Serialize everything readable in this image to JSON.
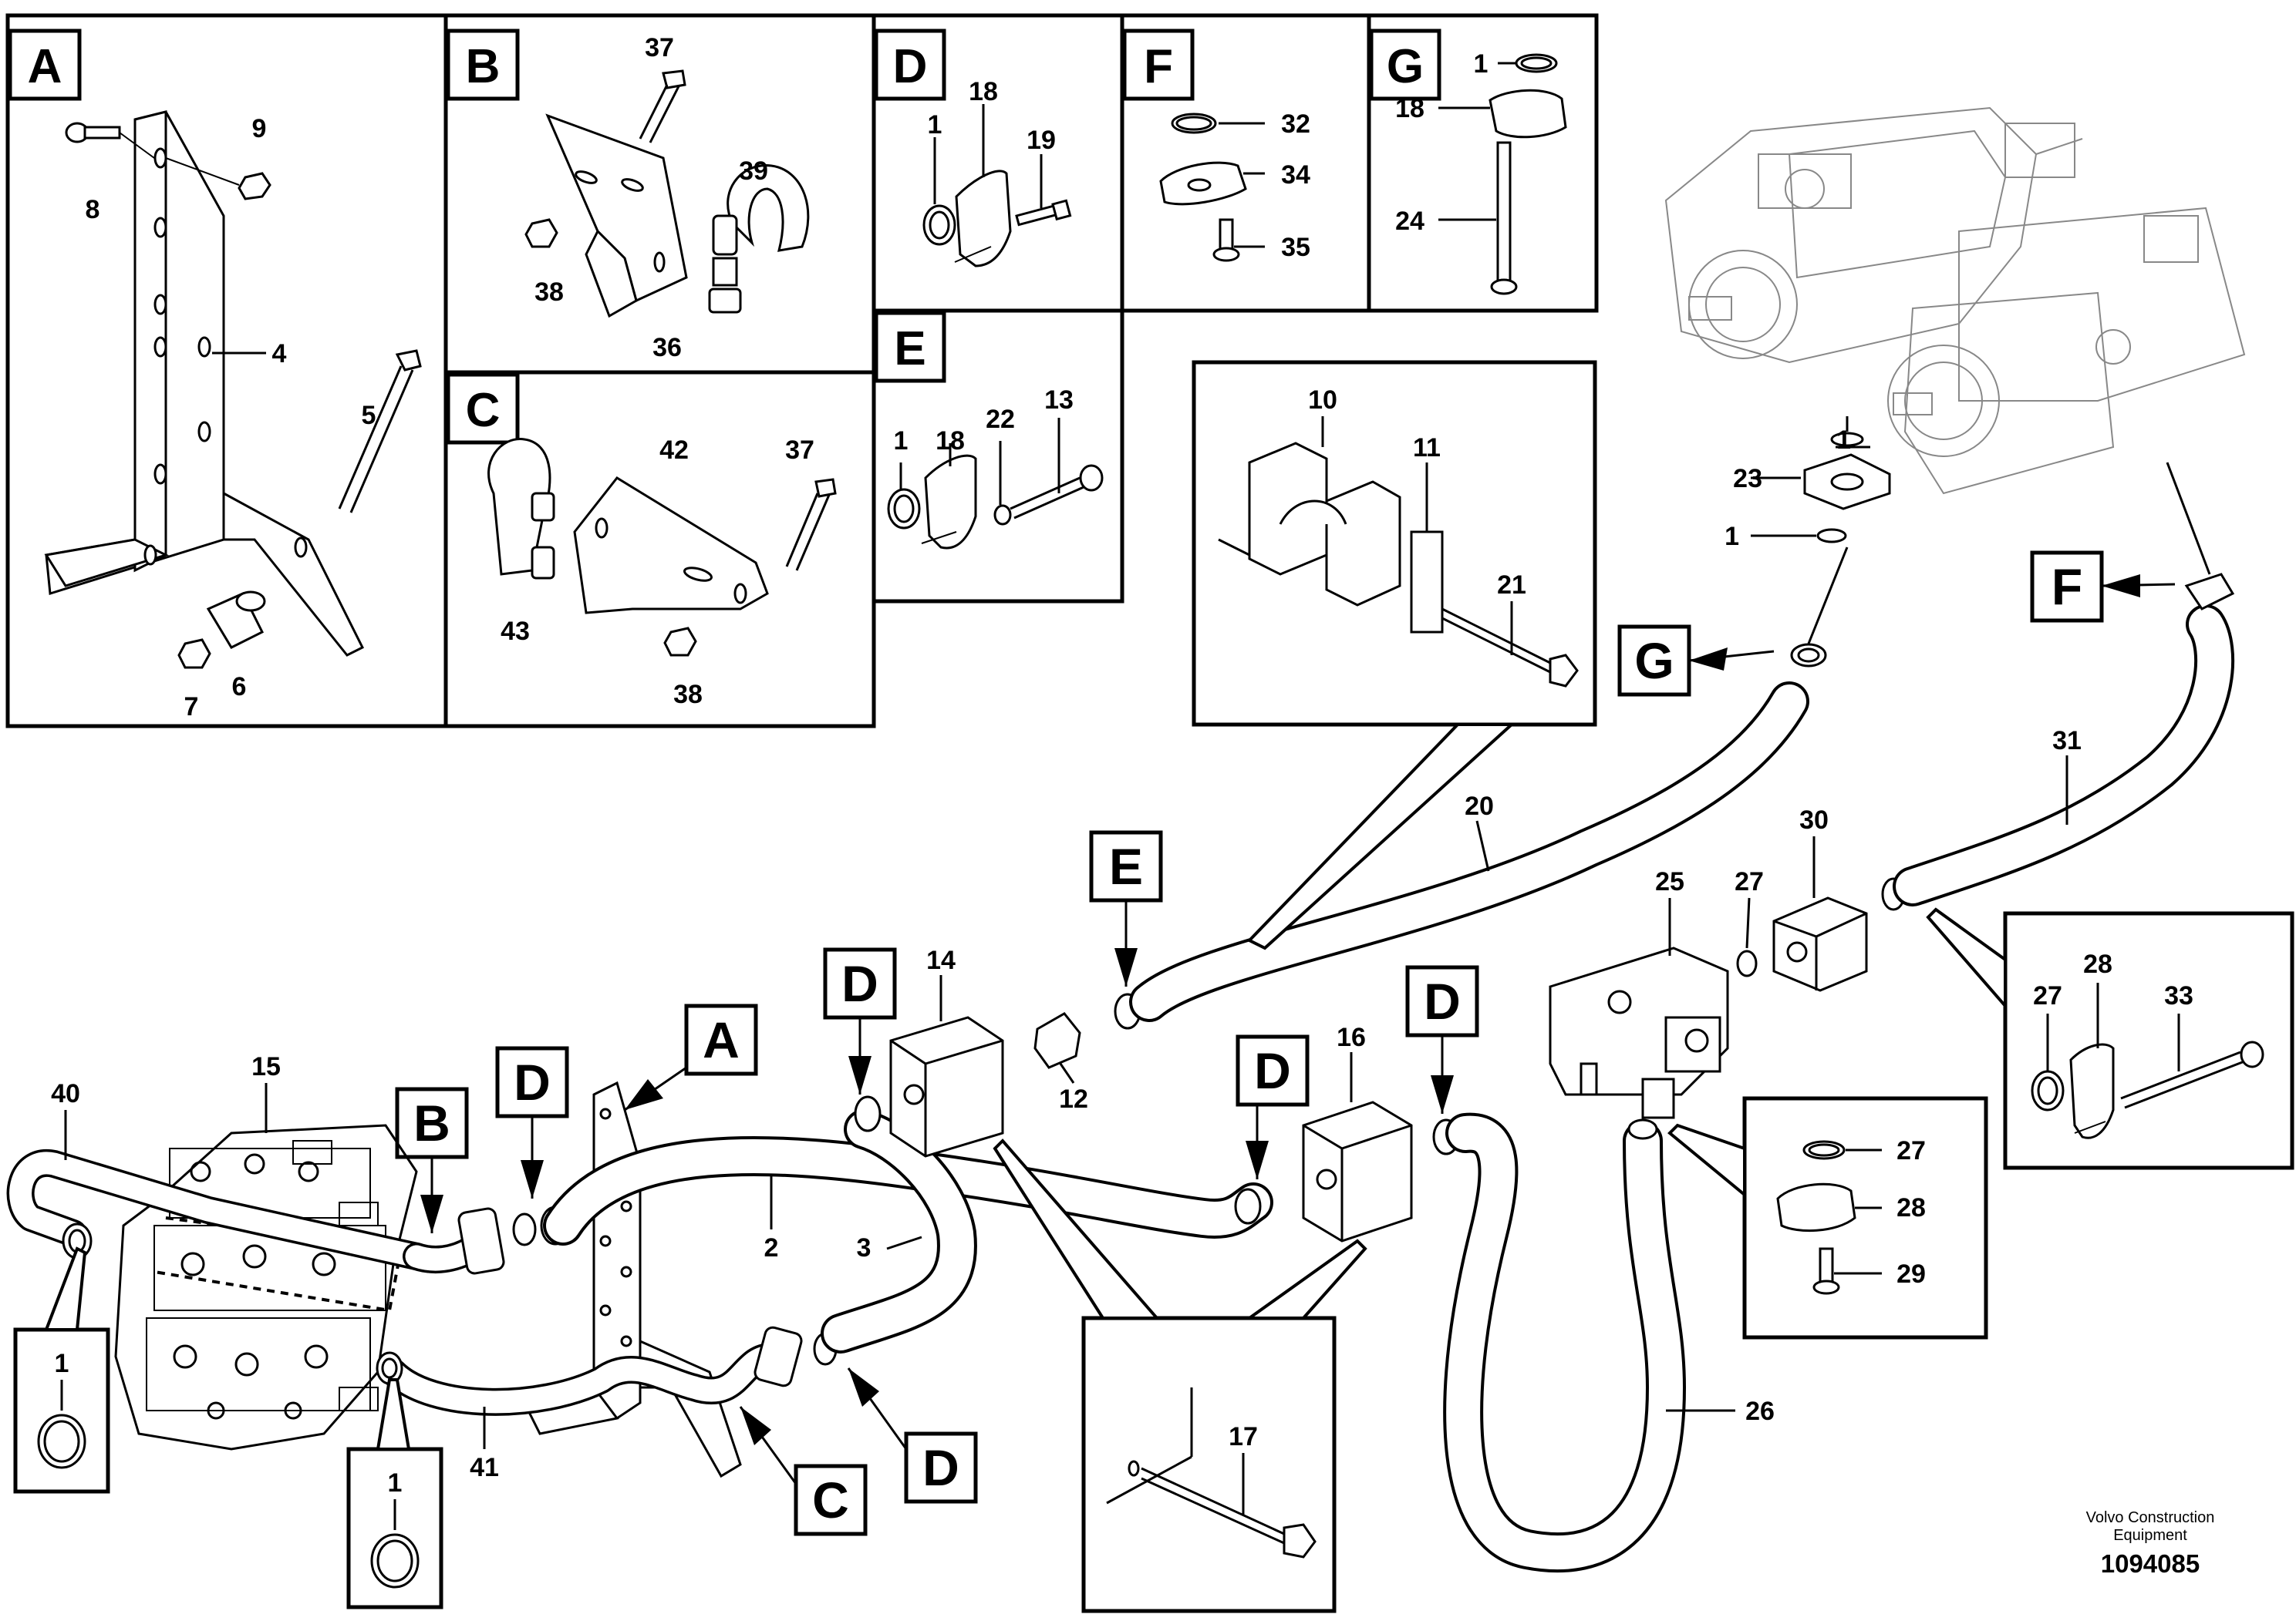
{
  "panels": [
    {
      "letter": "A",
      "parts": [
        "8",
        "9",
        "4",
        "5",
        "6",
        "7"
      ]
    },
    {
      "letter": "B",
      "parts": [
        "37",
        "39",
        "38",
        "36"
      ]
    },
    {
      "letter": "C",
      "parts": [
        "42",
        "37",
        "43",
        "38"
      ]
    },
    {
      "letter": "D",
      "parts": [
        "18",
        "1",
        "19"
      ]
    },
    {
      "letter": "E",
      "parts": [
        "1",
        "18",
        "22",
        "13"
      ]
    },
    {
      "letter": "F",
      "parts": [
        "32",
        "34",
        "35"
      ]
    },
    {
      "letter": "G",
      "parts": [
        "1",
        "18",
        "24"
      ]
    }
  ],
  "detail_clamp_parts": [
    "10",
    "11",
    "21"
  ],
  "detail_bolt_parts": [
    "17"
  ],
  "detail_28_group_1": [
    "27",
    "28",
    "33"
  ],
  "detail_28_group_2": [
    "27",
    "28",
    "29"
  ],
  "main_parts": [
    "1",
    "23",
    "1",
    "20",
    "31",
    "30",
    "27",
    "25",
    "14",
    "12",
    "16",
    "15",
    "40",
    "2",
    "3",
    "41",
    "26",
    "1",
    "1"
  ],
  "callouts": [
    "G",
    "F",
    "E",
    "D",
    "A",
    "D",
    "D",
    "B",
    "D",
    "C",
    "D"
  ],
  "footer": {
    "company_line1": "Volvo Construction",
    "company_line2": "Equipment",
    "drawing_number": "1094085"
  }
}
